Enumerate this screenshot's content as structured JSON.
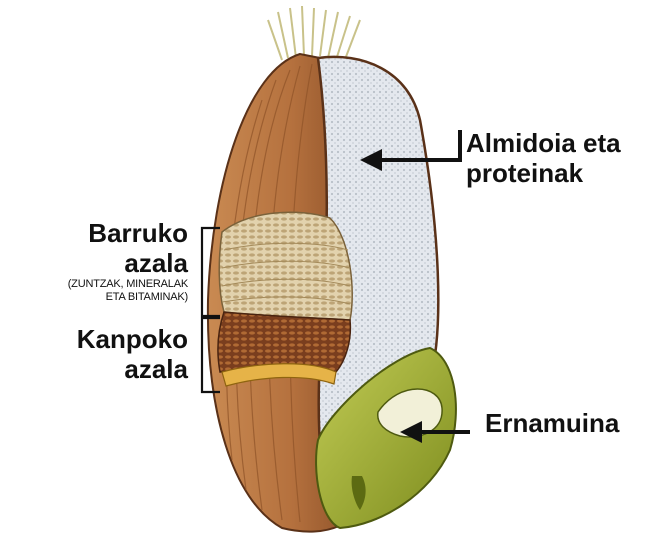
{
  "labels": {
    "starch": [
      "Almidoia eta",
      "proteinak"
    ],
    "inner_layer": {
      "title": [
        "Barruko",
        "azala"
      ],
      "note": [
        "(ZUNTZAK, MINERALAK",
        "ETA BITAMINAK)"
      ]
    },
    "outer_layer": [
      "Kanpoko",
      "azala"
    ],
    "germ": "Ernamuina"
  },
  "colors": {
    "husk": "#b5713e",
    "husk_dark": "#7a4522",
    "endosperm": "#dfe4ea",
    "germ": "#a8b833",
    "germ_dark": "#6f7d1a",
    "bran_light": "#dcc9a3",
    "bran_dark": "#6b3419",
    "text": "#111111"
  }
}
